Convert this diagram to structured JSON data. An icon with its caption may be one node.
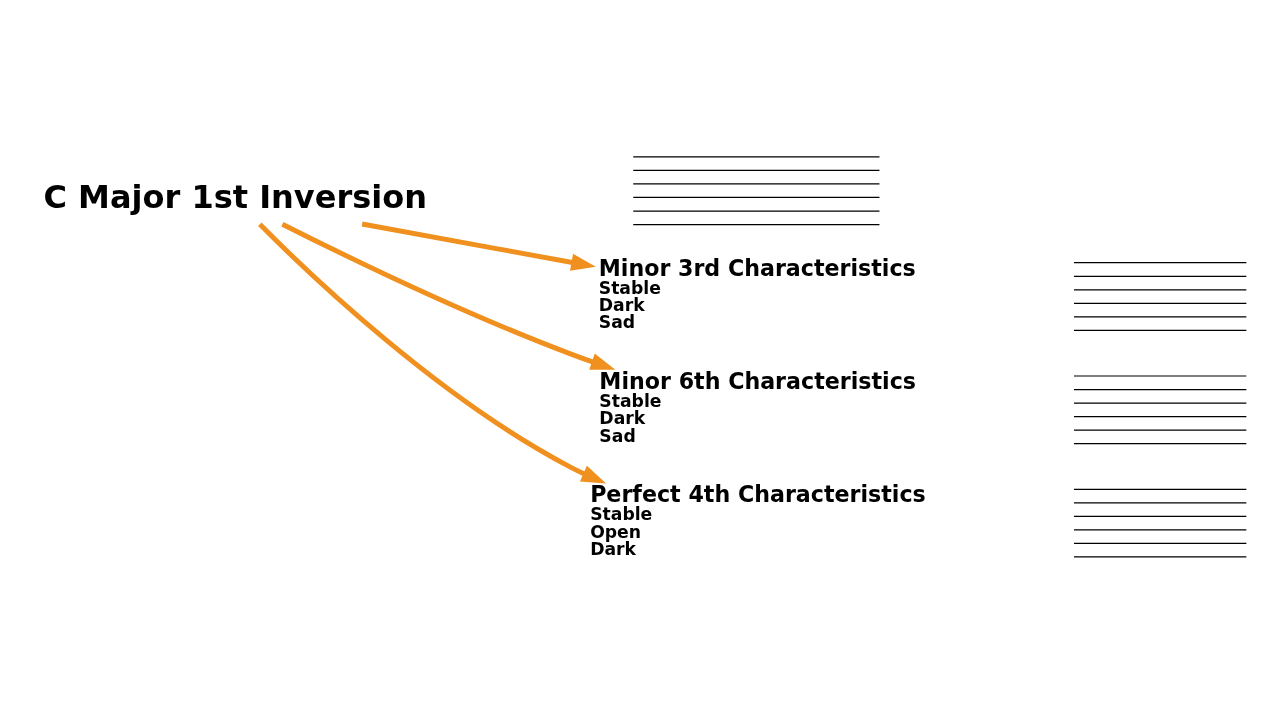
{
  "diagram": {
    "nodes": [
      {
        "text": [
          "C Major 1st Inversion"
        ]
      },
      {
        "text": [],
        "shape": "picture"
      },
      {
        "text": [
          "Minor 3rd Characteristics",
          "Stable",
          "Dark",
          "Sad"
        ]
      },
      {
        "text": [],
        "shape": "picture"
      },
      {
        "text": [
          "Minor 6th Characteristics",
          "Stable",
          "Dark",
          "Sad"
        ]
      },
      {
        "text": [],
        "shape": "picture"
      },
      {
        "text": [
          "Perfect 4th Characteristics",
          "Stable",
          "Open",
          "Dark"
        ]
      },
      {
        "text": [],
        "shape": "picture"
      }
    ],
    "edges": [
      {
        "from": 0,
        "to": 2,
        "arrow": "to"
      },
      {
        "from": 0,
        "to": 4,
        "arrow": "to"
      },
      {
        "from": 0,
        "to": 6,
        "arrow": "to"
      }
    ]
  }
}
